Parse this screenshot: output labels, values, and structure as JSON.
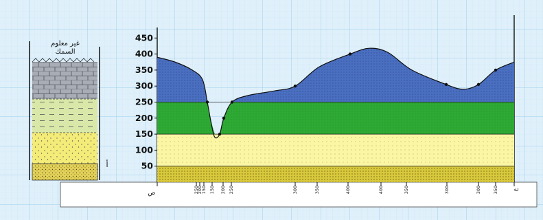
{
  "colors": {
    "grid_paper": "#dff0fa",
    "grid_major": "#9fd0ee",
    "grid_minor": "#cbe6f7",
    "layer_top_blue": "#4a6fc0",
    "layer_green": "#2eaa34",
    "layer_yellow": "#fbf6a4",
    "layer_bottom": "#d8c83c",
    "column_limestone": "#a9aeb6",
    "column_shale": "#d9e8a8",
    "column_sand": "#f4ec78"
  },
  "column": {
    "caption_line1": "غير معلوم",
    "caption_line2": "السمك",
    "marker_a": "أ"
  },
  "profile": {
    "y_ticks": [
      "450",
      "400",
      "350",
      "300",
      "250",
      "200",
      "150",
      "100",
      "50"
    ],
    "x_start_label": "ص",
    "x_end_label": "ع",
    "x_labels": [
      "300",
      "350",
      "400",
      "400",
      "350",
      "300",
      "300",
      "350"
    ],
    "x_cluster_labels": [
      "250",
      "200",
      "150",
      "150",
      "200",
      "250"
    ],
    "surface_elevations": [
      390,
      375,
      350,
      320,
      250,
      180,
      140,
      150,
      200,
      250,
      270,
      285,
      300,
      360,
      400,
      418,
      405,
      350,
      305,
      290,
      305,
      350,
      375
    ],
    "layer_boundaries": [
      250,
      150,
      50
    ]
  }
}
